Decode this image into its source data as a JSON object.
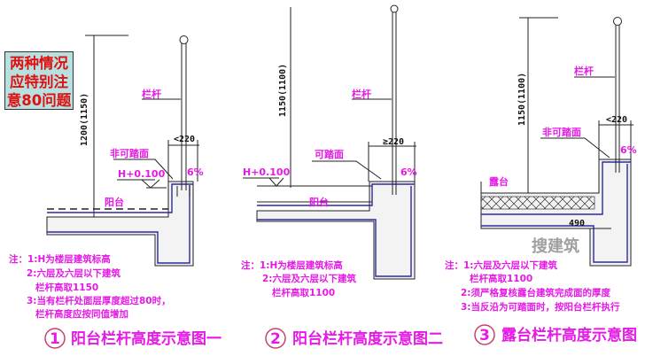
{
  "note_box": {
    "lines": [
      "两种情况",
      "应特别注",
      "意80问题"
    ]
  },
  "watermark": "搜建筑",
  "colors": {
    "annotation": "#e619e6",
    "note_text": "#e01010",
    "note_bg": "#b7e1e1",
    "waterproof": "#2a2aa0"
  },
  "diagrams": [
    {
      "number": "1",
      "caption": "阳台栏杆高度示意图一",
      "height_dim": "1200(1150)",
      "railing_label": "栏杆",
      "width_dim": "<220",
      "surface_label": "非可踏面",
      "elevation": "H+0.100",
      "slope": "6%",
      "area_label": "阳台",
      "notes": [
        "注：1:H为楼层建筑标高",
        "2:六层及六层以下建筑",
        "栏杆高取1150",
        "3:当有栏杆处面层厚度超过80时，",
        "栏杆高度应按同值增加"
      ]
    },
    {
      "number": "2",
      "caption": "阳台栏杆高度示意图二",
      "height_dim": "1150(1100)",
      "railing_label": "栏杆",
      "width_dim": "≥220",
      "surface_label": "可踏面",
      "elevation": "H+0.100",
      "slope": "6%",
      "area_label": "阳台",
      "notes": [
        "注：1:H为楼层建筑标高",
        "2:六层及六层以下建筑",
        "栏杆高取1100"
      ]
    },
    {
      "number": "3",
      "caption": "露台栏杆高度示意图",
      "height_dim": "1150(1100)",
      "railing_label": "栏杆",
      "width_dim": "<220",
      "surface_label": "非可踏面",
      "slope": "6%",
      "area_label": "露台",
      "depth_dim": "490",
      "notes": [
        "注：1:六层及六层以下建筑",
        "栏杆高取1100",
        "2:须严格复核露台建筑完成面的厚度",
        "3:当反沿为可踏面时，按阳台栏杆执行"
      ]
    }
  ]
}
